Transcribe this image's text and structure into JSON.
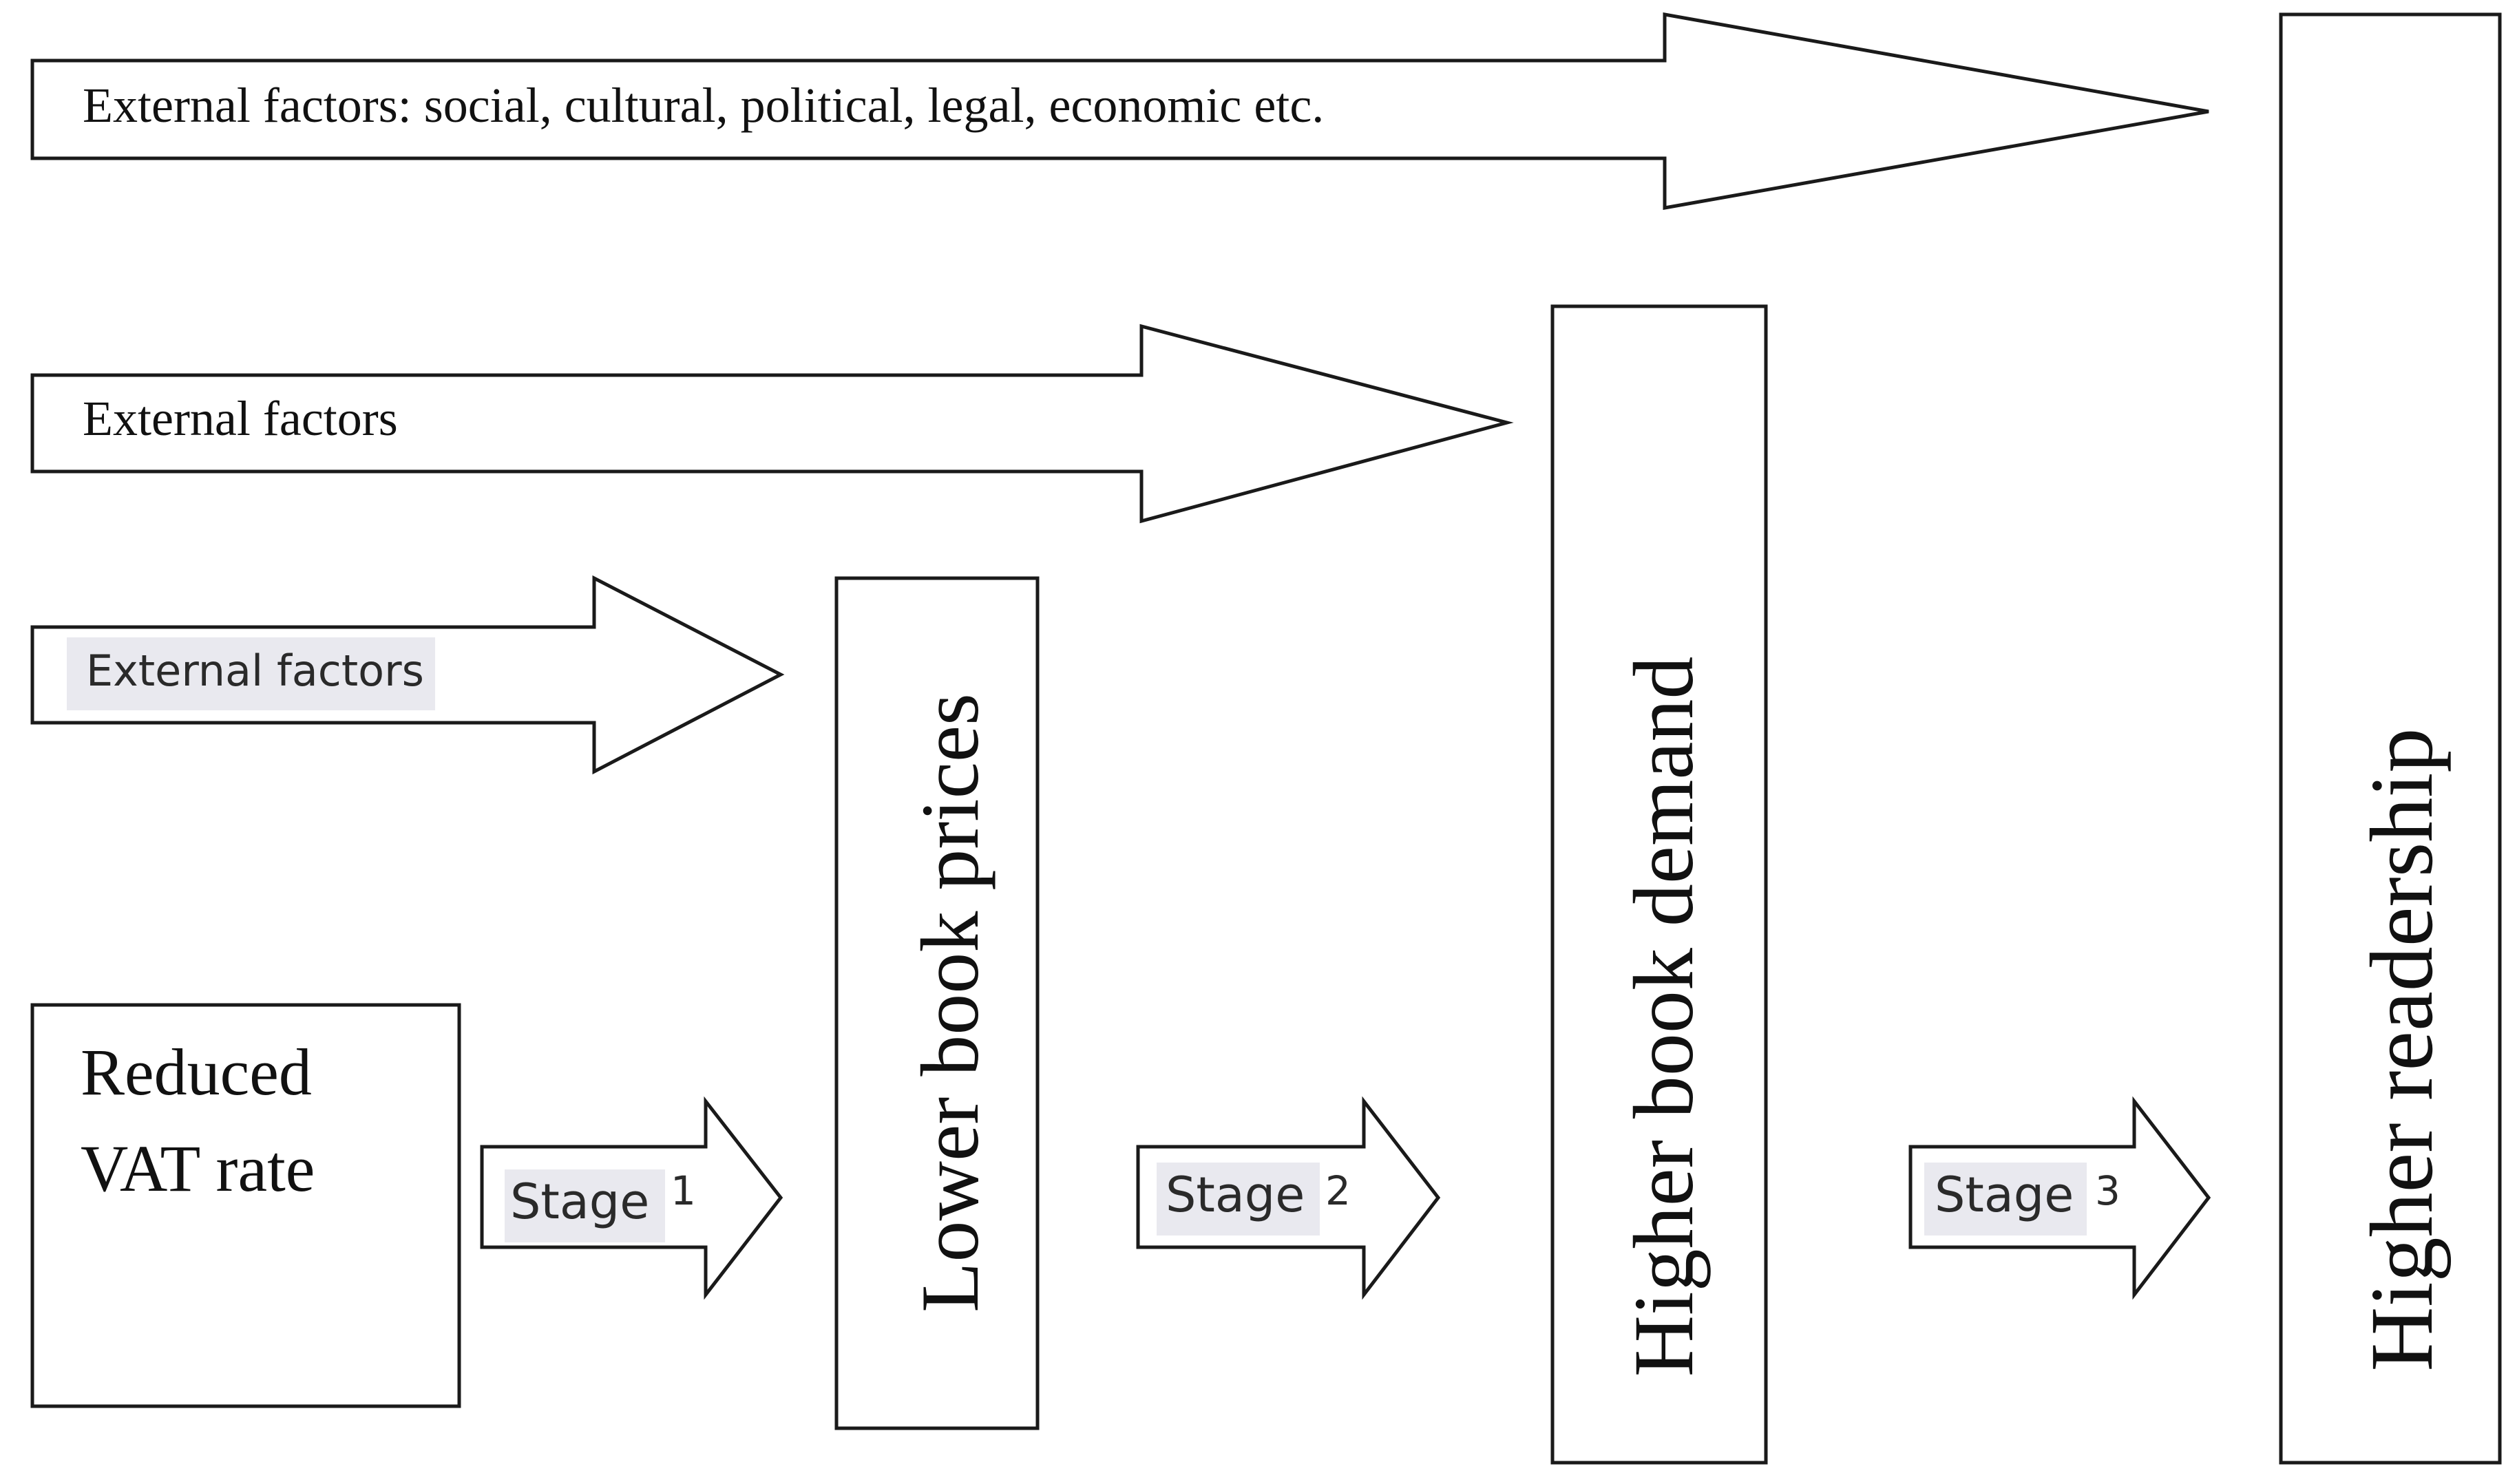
{
  "diagram": {
    "top_arrow": {
      "label": "External factors: social, cultural, political, legal, economic etc."
    },
    "middle_arrow": {
      "label": "External factors"
    },
    "lower_arrow": {
      "label": "External factors"
    },
    "start_box": {
      "line1": "Reduced",
      "line2": "VAT rate"
    },
    "columns": {
      "lower_prices": {
        "label": "Lower book prices"
      },
      "higher_demand": {
        "label": "Higher book demand"
      },
      "higher_readership": {
        "label": "Higher readership"
      }
    },
    "stages": [
      {
        "word": "Stage",
        "number": "1"
      },
      {
        "word": "Stage",
        "number": "2"
      },
      {
        "word": "Stage",
        "number": "3"
      }
    ]
  }
}
